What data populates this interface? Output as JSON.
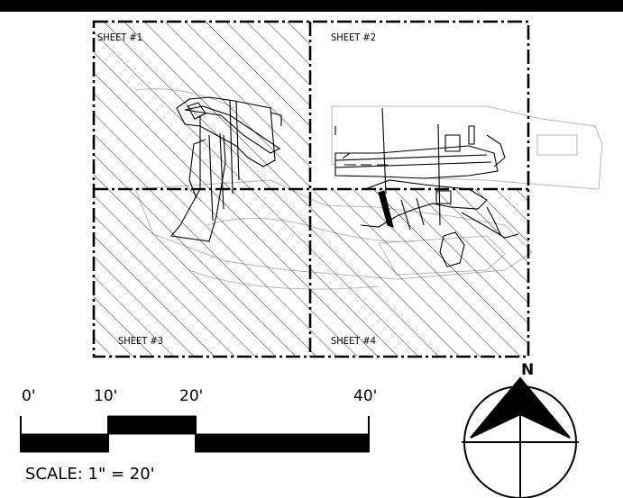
{
  "sheets": [
    {
      "label": "SHEET #1"
    },
    {
      "label": "SHEET #2"
    },
    {
      "label": "SHEET #3"
    },
    {
      "label": "SHEET #4"
    }
  ],
  "scale_bar": {
    "ticks": [
      "0'",
      "10'",
      "20'",
      "40'"
    ],
    "caption": "SCALE: 1\" = 20'"
  },
  "north_arrow": {
    "label": "N"
  },
  "colors": {
    "line": "#000000",
    "faint": "#b8b8b8",
    "background": "#ffffff"
  }
}
